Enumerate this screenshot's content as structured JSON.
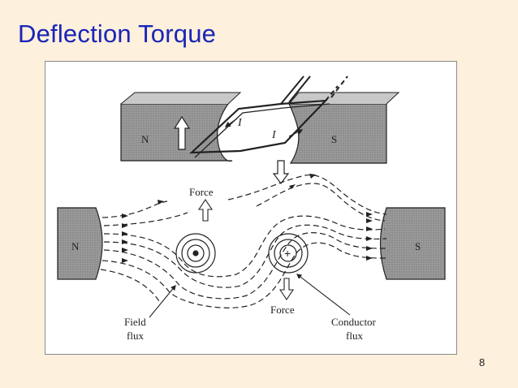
{
  "slide": {
    "title": "Deflection Torque",
    "page_number": "8"
  },
  "diagram": {
    "top": {
      "north_label": "N",
      "south_label": "S",
      "current_label_left": "I",
      "current_label_right": "I"
    },
    "bottom": {
      "north_label": "N",
      "south_label": "S",
      "force_up_label": "Force",
      "force_down_label": "Force",
      "field_flux_label_line1": "Field",
      "field_flux_label_line2": "flux",
      "conductor_flux_label_line1": "Conductor",
      "conductor_flux_label_line2": "flux",
      "plus_symbol": "+"
    }
  }
}
